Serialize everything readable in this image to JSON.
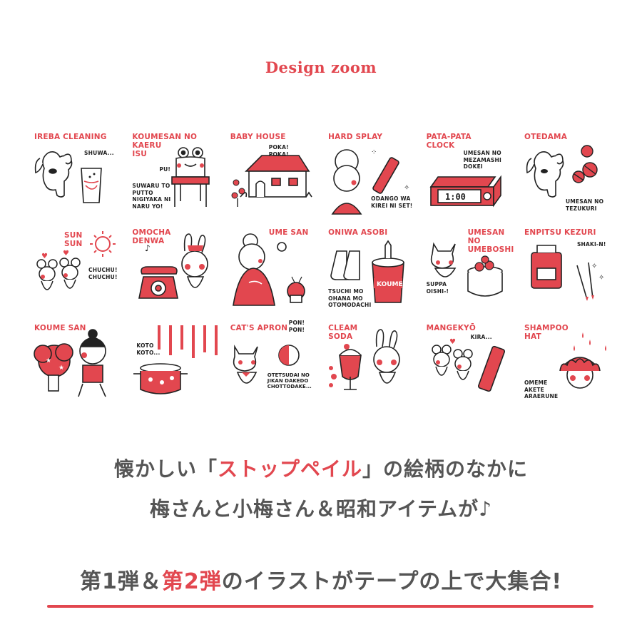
{
  "colors": {
    "accent": "#e2474f",
    "text_dark": "#222222",
    "text_gray": "#555555",
    "background": "#ffffff"
  },
  "heading": "Design zoom",
  "tiles": [
    {
      "title": "IREBA CLEANING",
      "sub": "SHUWA...",
      "icon": "dog-with-denture-glass-icon"
    },
    {
      "title": "KOUMESAN NO\nKAERU\nISU",
      "sub": "PU!",
      "sub2": "SUWARU TO\nPUTTO\nNIGIYAKA NI\nNARU YO!",
      "icon": "frog-chair-icon"
    },
    {
      "title": "BABY HOUSE",
      "sub": "POKA!\nPOKA!",
      "icon": "house-icon"
    },
    {
      "title": "HARD SPLAY",
      "sub": "ODANGO WA\nKIREI NI SET!",
      "icon": "grandma-hairspray-icon"
    },
    {
      "title": "PATA-PATA\nCLOCK",
      "sub": "UMESAN NO\nMEZAMASHI\nDOKEI",
      "clock": "1:00",
      "icon": "flip-clock-icon"
    },
    {
      "title": "OTEDAMA",
      "sub": "UMESAN NO\nTEZUKURI",
      "icon": "dog-beanbags-icon"
    },
    {
      "title": "SUN\nSUN",
      "sub": "CHUCHU!\nCHUCHU!",
      "icon": "mice-sun-icon"
    },
    {
      "title": "OMOCHA\nDENWA",
      "icon": "rabbit-telephone-icon"
    },
    {
      "title": "UME SAN",
      "icon": "grandma-sewing-icon"
    },
    {
      "title": "ONIWA ASOBI",
      "sub": "TSUCHI MO\nOHANA MO\nOTOMODACHI",
      "bucket_label": "KOUME",
      "icon": "boots-bucket-icon"
    },
    {
      "title": "UMESAN\nNO\nUMEBOSHI",
      "sub": "SUPPA\nOISHI-!",
      "icon": "cat-umeboshi-jar-icon"
    },
    {
      "title": "ENPITSU KEZURI",
      "sub": "SHAKI-N!",
      "icon": "pencil-sharpener-icon"
    },
    {
      "title": "KOUME SAN",
      "icon": "girl-tree-icon"
    },
    {
      "title": "",
      "sub": "KOTO\nKOTO...",
      "icon": "pot-curtain-icon"
    },
    {
      "title": "CAT'S APRON",
      "sub": "PON!\nPON!",
      "sub2": "OTETSUDAI NO\nJIKAN DAKEDO\nCHOTTODAKE...",
      "icon": "cat-ball-icon"
    },
    {
      "title": "CLEAM\nSODA",
      "icon": "rabbit-cream-soda-icon"
    },
    {
      "title": "MANGEKYŌ",
      "sub": "KIRA...",
      "icon": "mice-kaleidoscope-icon"
    },
    {
      "title": "SHAMPOO\nHAT",
      "sub": "OMEME\nAKETE\nARAERUNE",
      "icon": "shampoo-hat-icon"
    }
  ],
  "line1": {
    "a": "懐かしい「",
    "b": "ストップペイル",
    "c": "」の絵柄のなかに"
  },
  "line2": "梅さんと小梅さん＆昭和アイテムが♪",
  "line3": {
    "a": "第1弾＆",
    "b": "第2弾",
    "c": "のイラストがテープの上で大集合!"
  }
}
